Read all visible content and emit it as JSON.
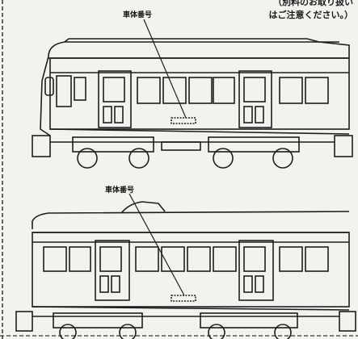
{
  "notes": {
    "line1": "（別料のお取り扱い",
    "line2": "はご注意ください。）"
  },
  "labels": {
    "top_car": "車体番号",
    "bottom_car": "車体番号"
  },
  "colors": {
    "line": "#1e1e1e",
    "paper": "#f2f2ee",
    "dashed_border": "#333333"
  }
}
